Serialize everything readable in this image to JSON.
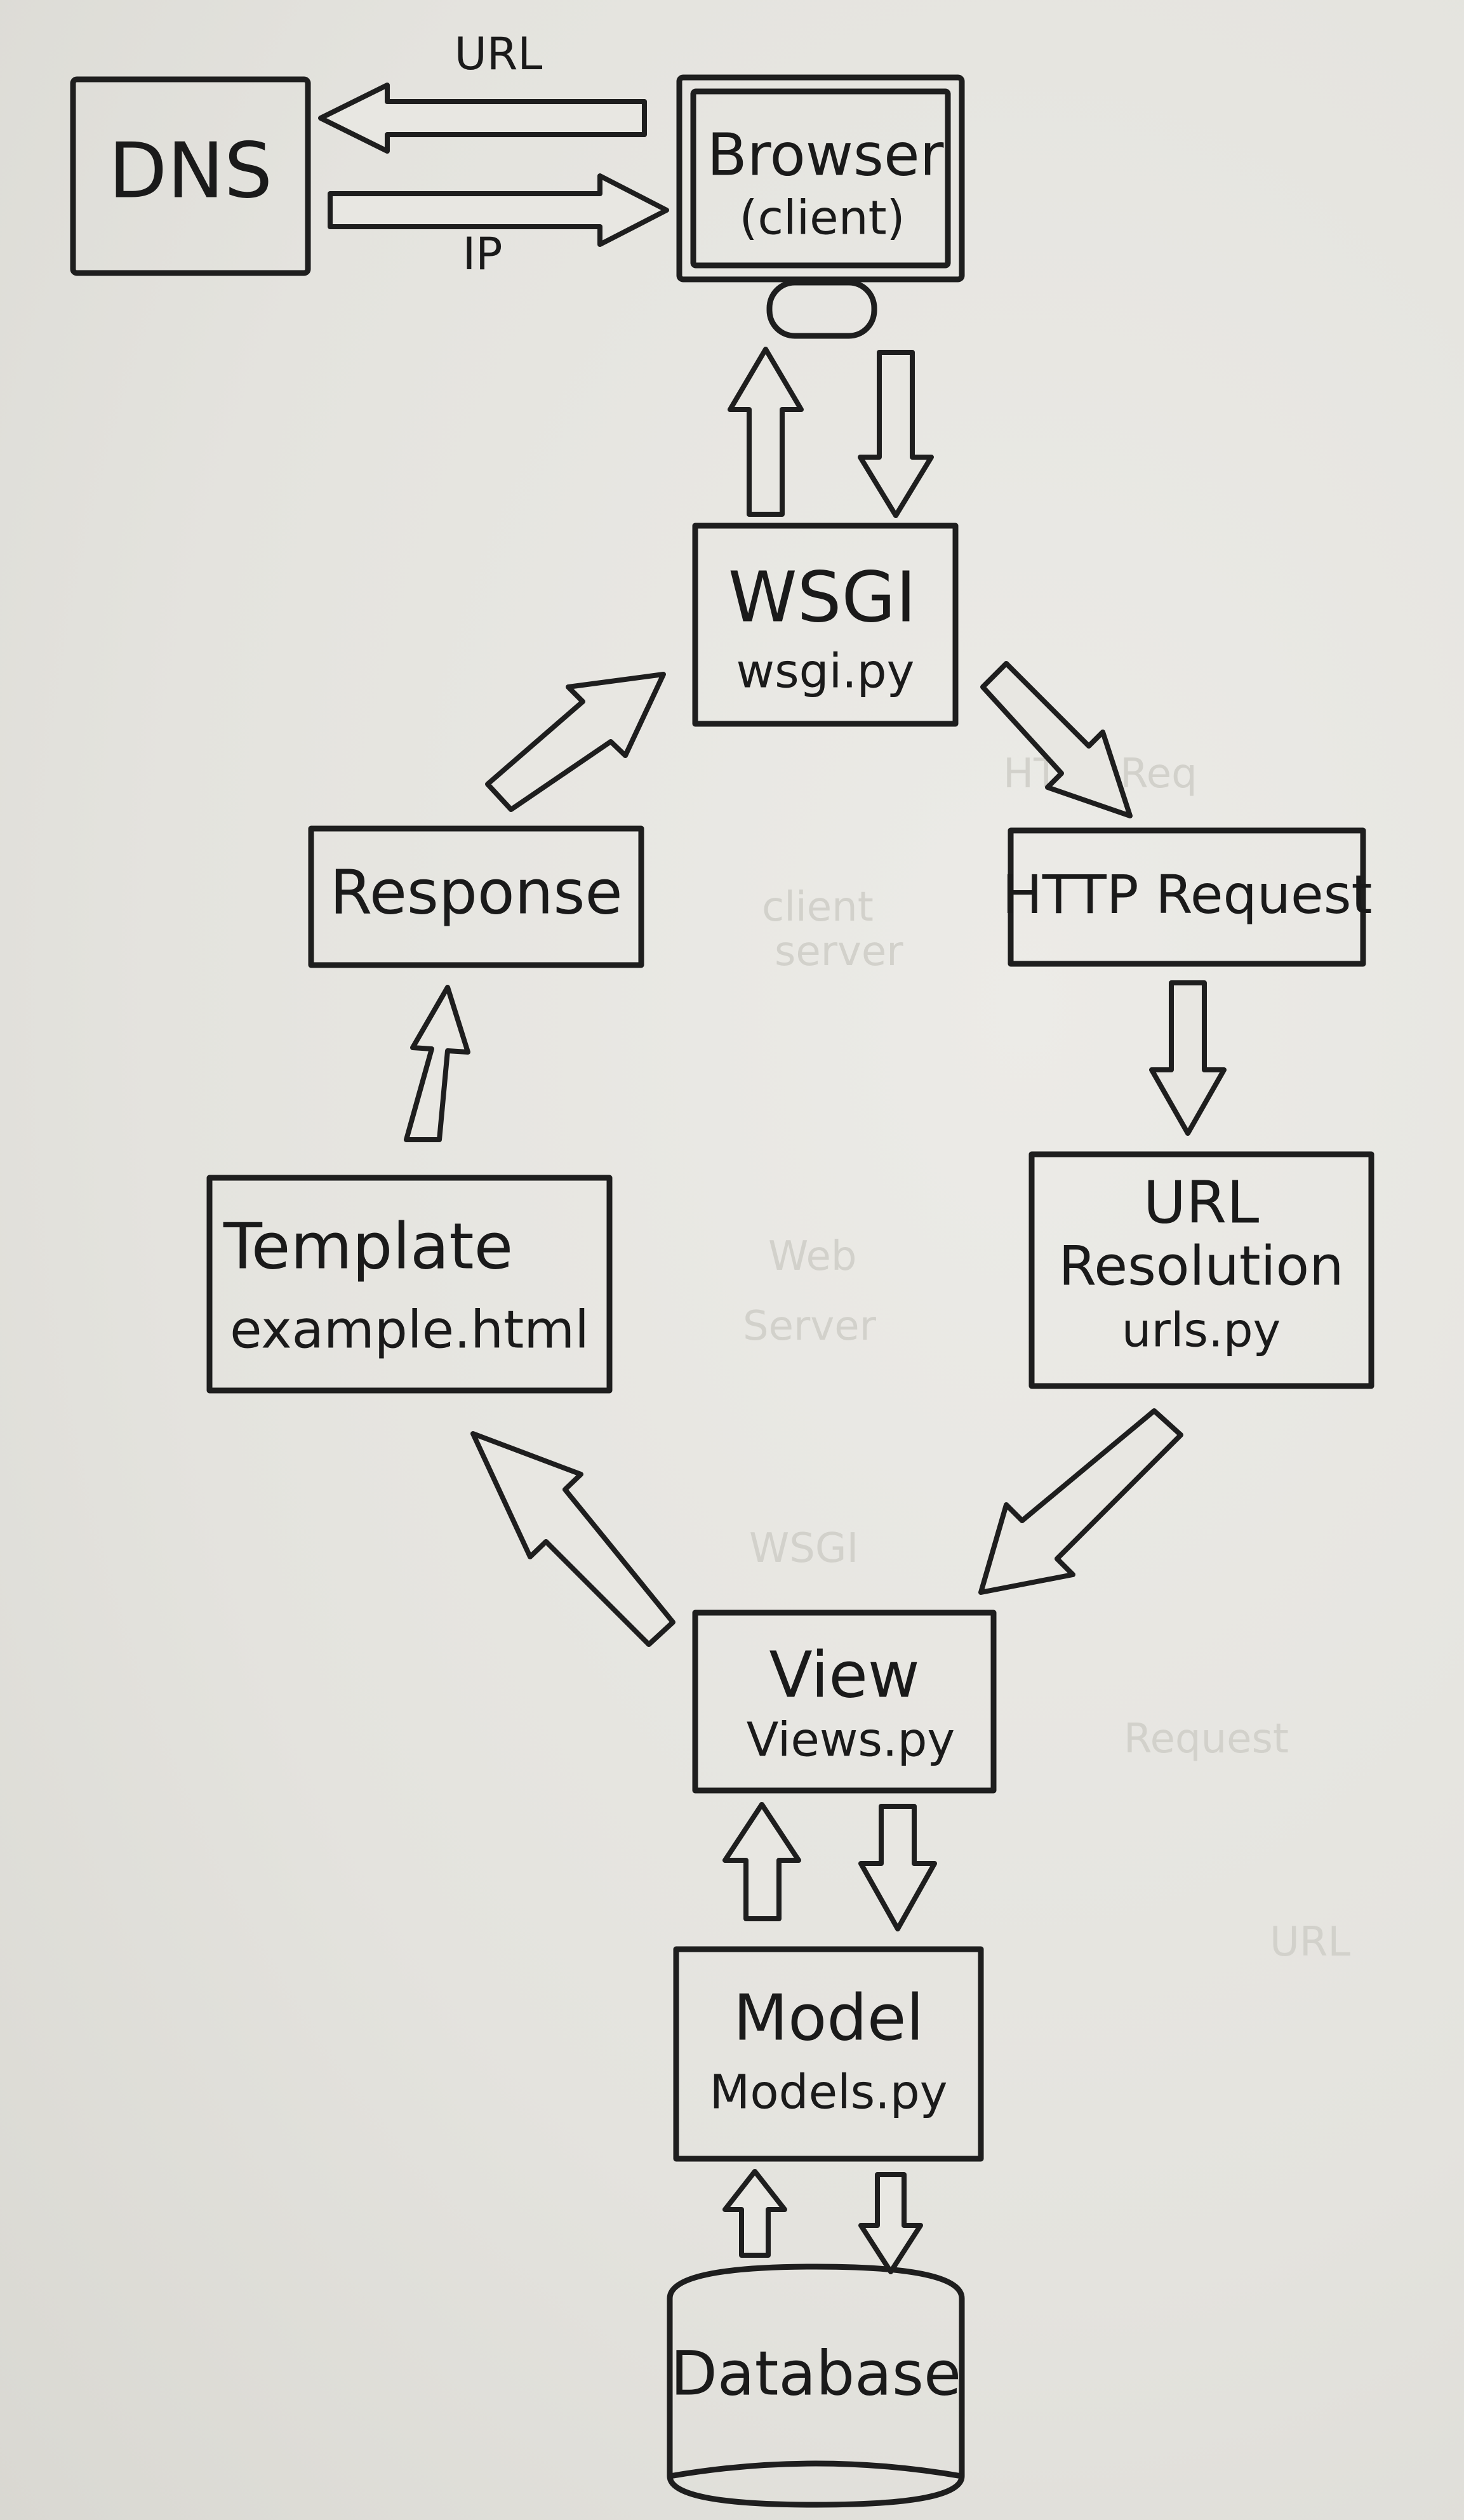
{
  "diagram": {
    "nodes": {
      "dns": {
        "label": "DNS"
      },
      "browser": {
        "label": "Browser",
        "sub": "(client)"
      },
      "wsgi": {
        "label": "WSGI",
        "sub": "wsgi.py"
      },
      "http": {
        "label": "HTTP Request"
      },
      "url": {
        "label": "URL",
        "label2": "Resolution",
        "sub": "urls.py"
      },
      "view": {
        "label": "View",
        "sub": "Views.py"
      },
      "model": {
        "label": "Model",
        "sub": "Models.py"
      },
      "database": {
        "label": "Database"
      },
      "template": {
        "label": "Template",
        "sub": "example.html"
      },
      "response": {
        "label": "Response"
      }
    },
    "edges": {
      "browser_to_dns": "URL",
      "dns_to_browser": "IP"
    },
    "flow": [
      "Browser (client) -> WSGI",
      "WSGI -> HTTP Request",
      "HTTP Request -> URL Resolution",
      "URL Resolution -> View",
      "View <-> Model",
      "Model <-> Database",
      "View -> Template",
      "Template -> Response",
      "Response -> WSGI",
      "WSGI -> Browser (client)"
    ]
  },
  "colors": {
    "paper": "#e6e5e0",
    "ink": "#1e1e1e"
  }
}
